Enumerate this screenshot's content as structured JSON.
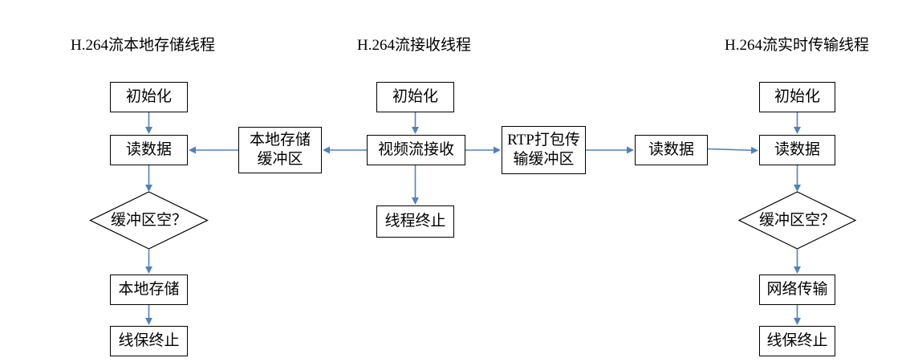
{
  "threads": {
    "storage": {
      "title": "H.264流本地存储线程",
      "steps": {
        "init": "初始化",
        "read": "读数据",
        "check": "缓冲区空？",
        "store": "本地存储",
        "end": "线保终止"
      }
    },
    "receive": {
      "title": "H.264流接收线程",
      "steps": {
        "init": "初始化",
        "receive": "视频流接收",
        "end": "线程终止"
      }
    },
    "transmit": {
      "title": "H.264流实时传输线程",
      "steps": {
        "init": "初始化",
        "read": "读数据",
        "check": "缓冲区空？",
        "send": "网络传输",
        "end": "线保终止"
      }
    }
  },
  "buffers": {
    "local": {
      "lines": [
        "本地存储",
        "缓冲区"
      ]
    },
    "rtp": {
      "lines": [
        "RTP打包传",
        "输缓冲区"
      ],
      "read": "读数据"
    }
  },
  "colors": {
    "arrow": "#4f81bd",
    "border": "#000000",
    "background": "#ffffff"
  }
}
